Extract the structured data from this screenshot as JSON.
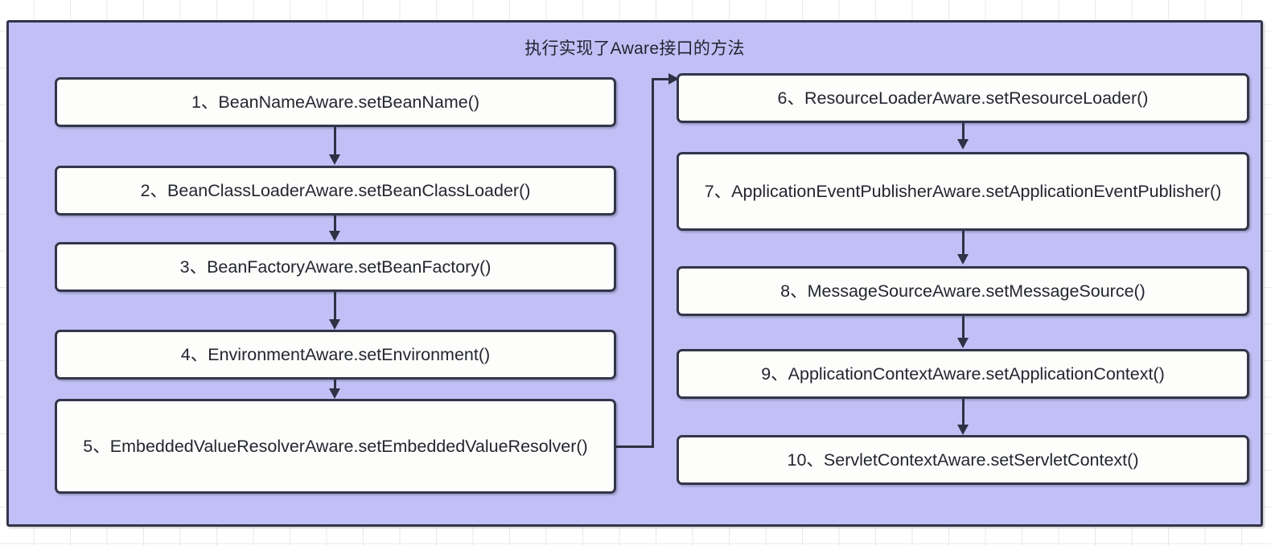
{
  "diagram": {
    "title": "执行实现了Aware接口的方法",
    "colors": {
      "panel_fill": "#c1c0f6",
      "node_fill": "#fdfdfc",
      "stroke": "#33354a",
      "text": "#24262f",
      "canvas_bg": "#ffffff",
      "grid_line": "#e9e9ec"
    },
    "left_column": [
      {
        "id": "step-1",
        "label": "1、BeanNameAware.setBeanName()"
      },
      {
        "id": "step-2",
        "label": "2、BeanClassLoaderAware.setBeanClassLoader()"
      },
      {
        "id": "step-3",
        "label": "3、BeanFactoryAware.setBeanFactory()"
      },
      {
        "id": "step-4",
        "label": "4、EnvironmentAware.setEnvironment()"
      },
      {
        "id": "step-5",
        "label": "5、EmbeddedValueResolverAware.setEmbeddedValueResolver()"
      }
    ],
    "right_column": [
      {
        "id": "step-6",
        "label": "6、ResourceLoaderAware.setResourceLoader()"
      },
      {
        "id": "step-7",
        "label": "7、ApplicationEventPublisherAware.setApplicationEventPublisher()"
      },
      {
        "id": "step-8",
        "label": "8、MessageSourceAware.setMessageSource()"
      },
      {
        "id": "step-9",
        "label": "9、ApplicationContextAware.setApplicationContext()"
      },
      {
        "id": "step-10",
        "label": "10、ServletContextAware.setServletContext()"
      }
    ],
    "connections": [
      {
        "from": "step-1",
        "to": "step-2",
        "kind": "vertical-arrow"
      },
      {
        "from": "step-2",
        "to": "step-3",
        "kind": "vertical-arrow"
      },
      {
        "from": "step-3",
        "to": "step-4",
        "kind": "vertical-arrow"
      },
      {
        "from": "step-4",
        "to": "step-5",
        "kind": "vertical-arrow"
      },
      {
        "from": "step-5",
        "to": "step-6",
        "kind": "elbow-arrow-right"
      },
      {
        "from": "step-6",
        "to": "step-7",
        "kind": "vertical-arrow"
      },
      {
        "from": "step-7",
        "to": "step-8",
        "kind": "vertical-arrow"
      },
      {
        "from": "step-8",
        "to": "step-9",
        "kind": "vertical-arrow"
      },
      {
        "from": "step-9",
        "to": "step-10",
        "kind": "vertical-arrow"
      }
    ],
    "watermark": ""
  }
}
